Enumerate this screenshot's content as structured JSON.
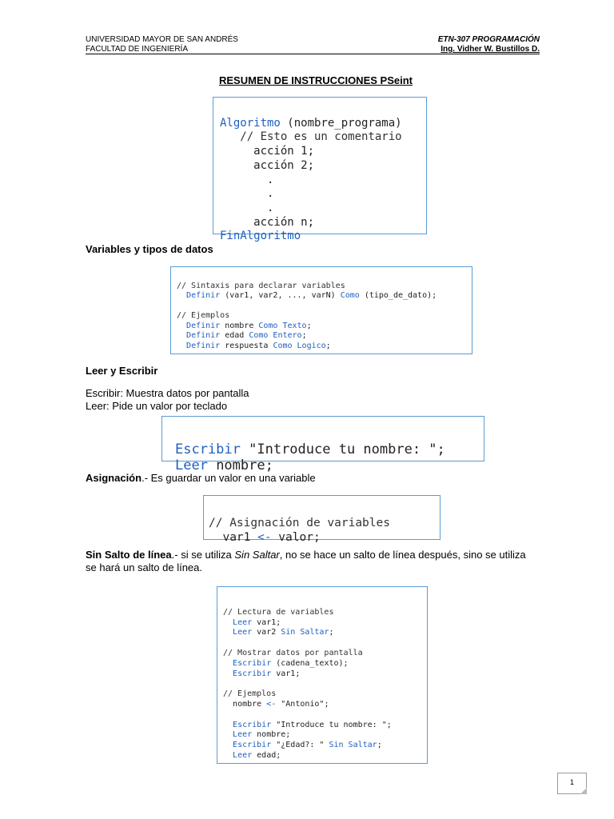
{
  "header": {
    "left1": "UNIVERSIDAD MAYOR DE SAN ANDRÉS",
    "left2": "FACULTAD DE INGENIERÍA",
    "right1": "ETN-307  PROGRAMACIÓN",
    "right2": "Ing. Vidher W. Bustillos D."
  },
  "title": "RESUMEN DE INSTRUCCIONES PSeint",
  "box1": {
    "kw_start": "Algoritmo",
    "start_rest": " (nombre_programa)",
    "comment": "   // Esto es un comentario",
    "a1": "     acción 1;",
    "a2": "     acción 2;",
    "dot": "       .",
    "an": "     acción n;",
    "kw_end": "FinAlgoritmo"
  },
  "sec_vars": "Variables y tipos de datos",
  "box2": {
    "c1": "// Sintaxis para declarar variables",
    "def": "Definir",
    "l1_rest": " (var1, var2, ..., varN) ",
    "como": "Como",
    "l1_end": " (tipo_de_dato);",
    "c2": "// Ejemplos",
    "e1_name": " nombre ",
    "texto": "Como Texto",
    "e2_name": " edad ",
    "entero": "Como Entero",
    "e3_name": " respuesta ",
    "logico": "Como Logico",
    "semi": ";"
  },
  "sec_io": "Leer y Escribir",
  "io_text1": "Escribir: Muestra datos por pantalla",
  "io_text2": "Leer: Pide un valor por teclado",
  "box3": {
    "escribir": "Escribir",
    "str": " \"Introduce tu nombre: \";",
    "leer": "Leer",
    "nombre": " nombre;"
  },
  "asig": {
    "bold": "Asignación",
    "rest": ".- Es guardar un valor en una variable"
  },
  "box4": {
    "comment": "// Asignación de variables",
    "var": "  var1 ",
    "arrow": "<-",
    "val": " valor;"
  },
  "sinsalto": {
    "bold": "Sin Salto de línea",
    "rest1": ".- si se utiliza ",
    "ital": "Sin Saltar",
    "rest2": ", no se hace un salto de línea después, sino se utiliza",
    "line2": "se hará un salto de línea."
  },
  "box5": {
    "c1": "// Lectura de variables",
    "leer": "Leer",
    "v1": " var1;",
    "v2": " var2 ",
    "sin": "Sin Saltar",
    "semi": ";",
    "c2": "// Mostrar datos por pantalla",
    "escribir": "Escribir",
    "cad": " (cadena_texto);",
    "c3": "// Ejemplos",
    "nom": "nombre ",
    "arrow": "<-",
    "antonio": " \"Antonio\";",
    "intro": " \"Introduce tu nombre: \";",
    "nombre": " nombre;",
    "edadq": " \"¿Edad?: \" ",
    "edad": " edad;"
  },
  "page_number": "1"
}
